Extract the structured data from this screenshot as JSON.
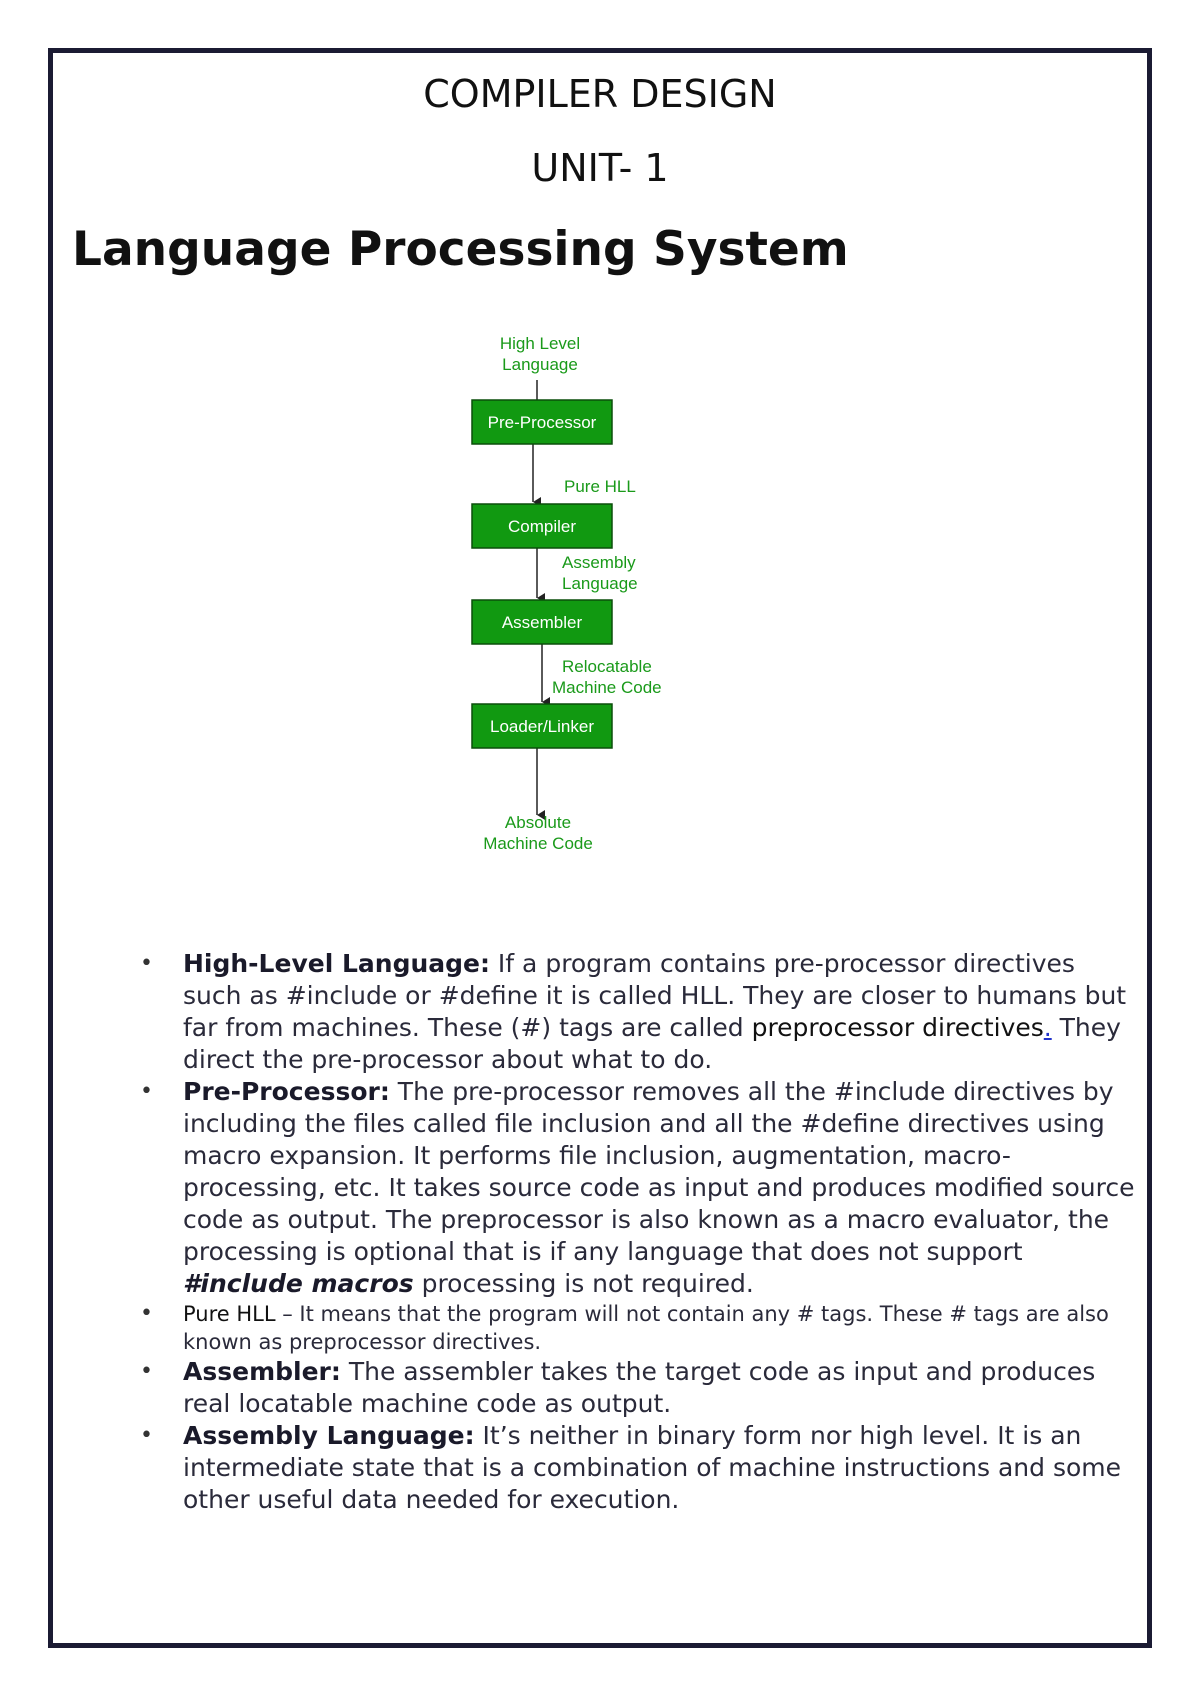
{
  "header": {
    "course": "COMPILER DESIGN",
    "unit": "UNIT- 1"
  },
  "title": "Language Processing System",
  "diagram": {
    "input_label": [
      "High Level",
      "Language"
    ],
    "boxes": [
      "Pre-Processor",
      "Compiler",
      "Assembler",
      "Loader/Linker"
    ],
    "edge_labels": [
      [
        "Pure HLL"
      ],
      [
        "Assembly",
        "Language"
      ],
      [
        "Relocatable",
        "Machine Code"
      ]
    ],
    "output_label": [
      "Absolute",
      "Machine Code"
    ],
    "box_color": "#119911",
    "label_color": "#1a9a1a"
  },
  "bullets": [
    {
      "term": "High-Level Language:",
      "text1": " If a program contains pre-processor directives such as #include or #define it is called HLL. They are closer to humans but far from machines. These (#) tags are called ",
      "highlight": "preprocessor directives",
      "link": ".",
      "text2": " They direct the pre-processor about what to do."
    },
    {
      "term": "Pre-Processor:",
      "text1": " The pre-processor removes all the #include directives by including the files called file inclusion and all the #define directives using macro expansion. It performs file inclusion, augmentation, macro-processing, etc. It takes source code as input and produces modified source code as output. The preprocessor is also known as a macro evaluator, the processing is optional that is if any language that does not support ",
      "emph": "#include macros",
      "text2": " processing is not required."
    },
    {
      "lead": "Pure HLL",
      "text1": " – It means that the program will not contain any # tags. These # tags are also known as preprocessor directives."
    },
    {
      "term": "Assembler:",
      "text1": " The assembler takes the target code as input and produces real locatable machine code as output."
    },
    {
      "term": "Assembly Language:",
      "text1": " It’s neither in binary form nor high level. It is an intermediate state that is a combination of machine instructions and some other useful data needed for execution."
    }
  ]
}
